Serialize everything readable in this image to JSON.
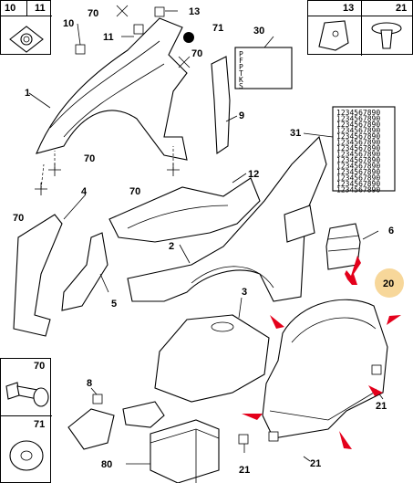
{
  "inset_top_left": {
    "label_a": "10",
    "label_b": "11"
  },
  "inset_top_right": {
    "label_a": "13",
    "label_b": "21"
  },
  "inset_bottom_left": {
    "label_a": "70",
    "label_b": "71"
  },
  "labels": {
    "l1": "1",
    "l2": "2",
    "l3": "3",
    "l4": "4",
    "l5": "5",
    "l6": "6",
    "l8": "8",
    "l9": "9",
    "l10": "10",
    "l11": "11",
    "l12": "12",
    "l13": "13",
    "l20": "20",
    "l21a": "21",
    "l21b": "21",
    "l21c": "21",
    "l30": "30",
    "l31": "31",
    "l70a": "70",
    "l70b": "70",
    "l70c": "70",
    "l70d": "70",
    "l70e": "70",
    "l71": "71",
    "l80": "80"
  },
  "card_30": {
    "lines": [
      "P",
      "F",
      "P",
      "T",
      "K",
      "S"
    ]
  },
  "card_31": {
    "lines": [
      "1234567890",
      "1234567890",
      "1234567890",
      "1234567890",
      "1234567890",
      "1234567890",
      "1234567890",
      "1234567890",
      "1234567890",
      "1234567890",
      "1234567890",
      "1234567890",
      "1234567890",
      "1234567890"
    ]
  },
  "colors": {
    "highlight": "#f7d79a",
    "arrow": "#e4001b"
  }
}
